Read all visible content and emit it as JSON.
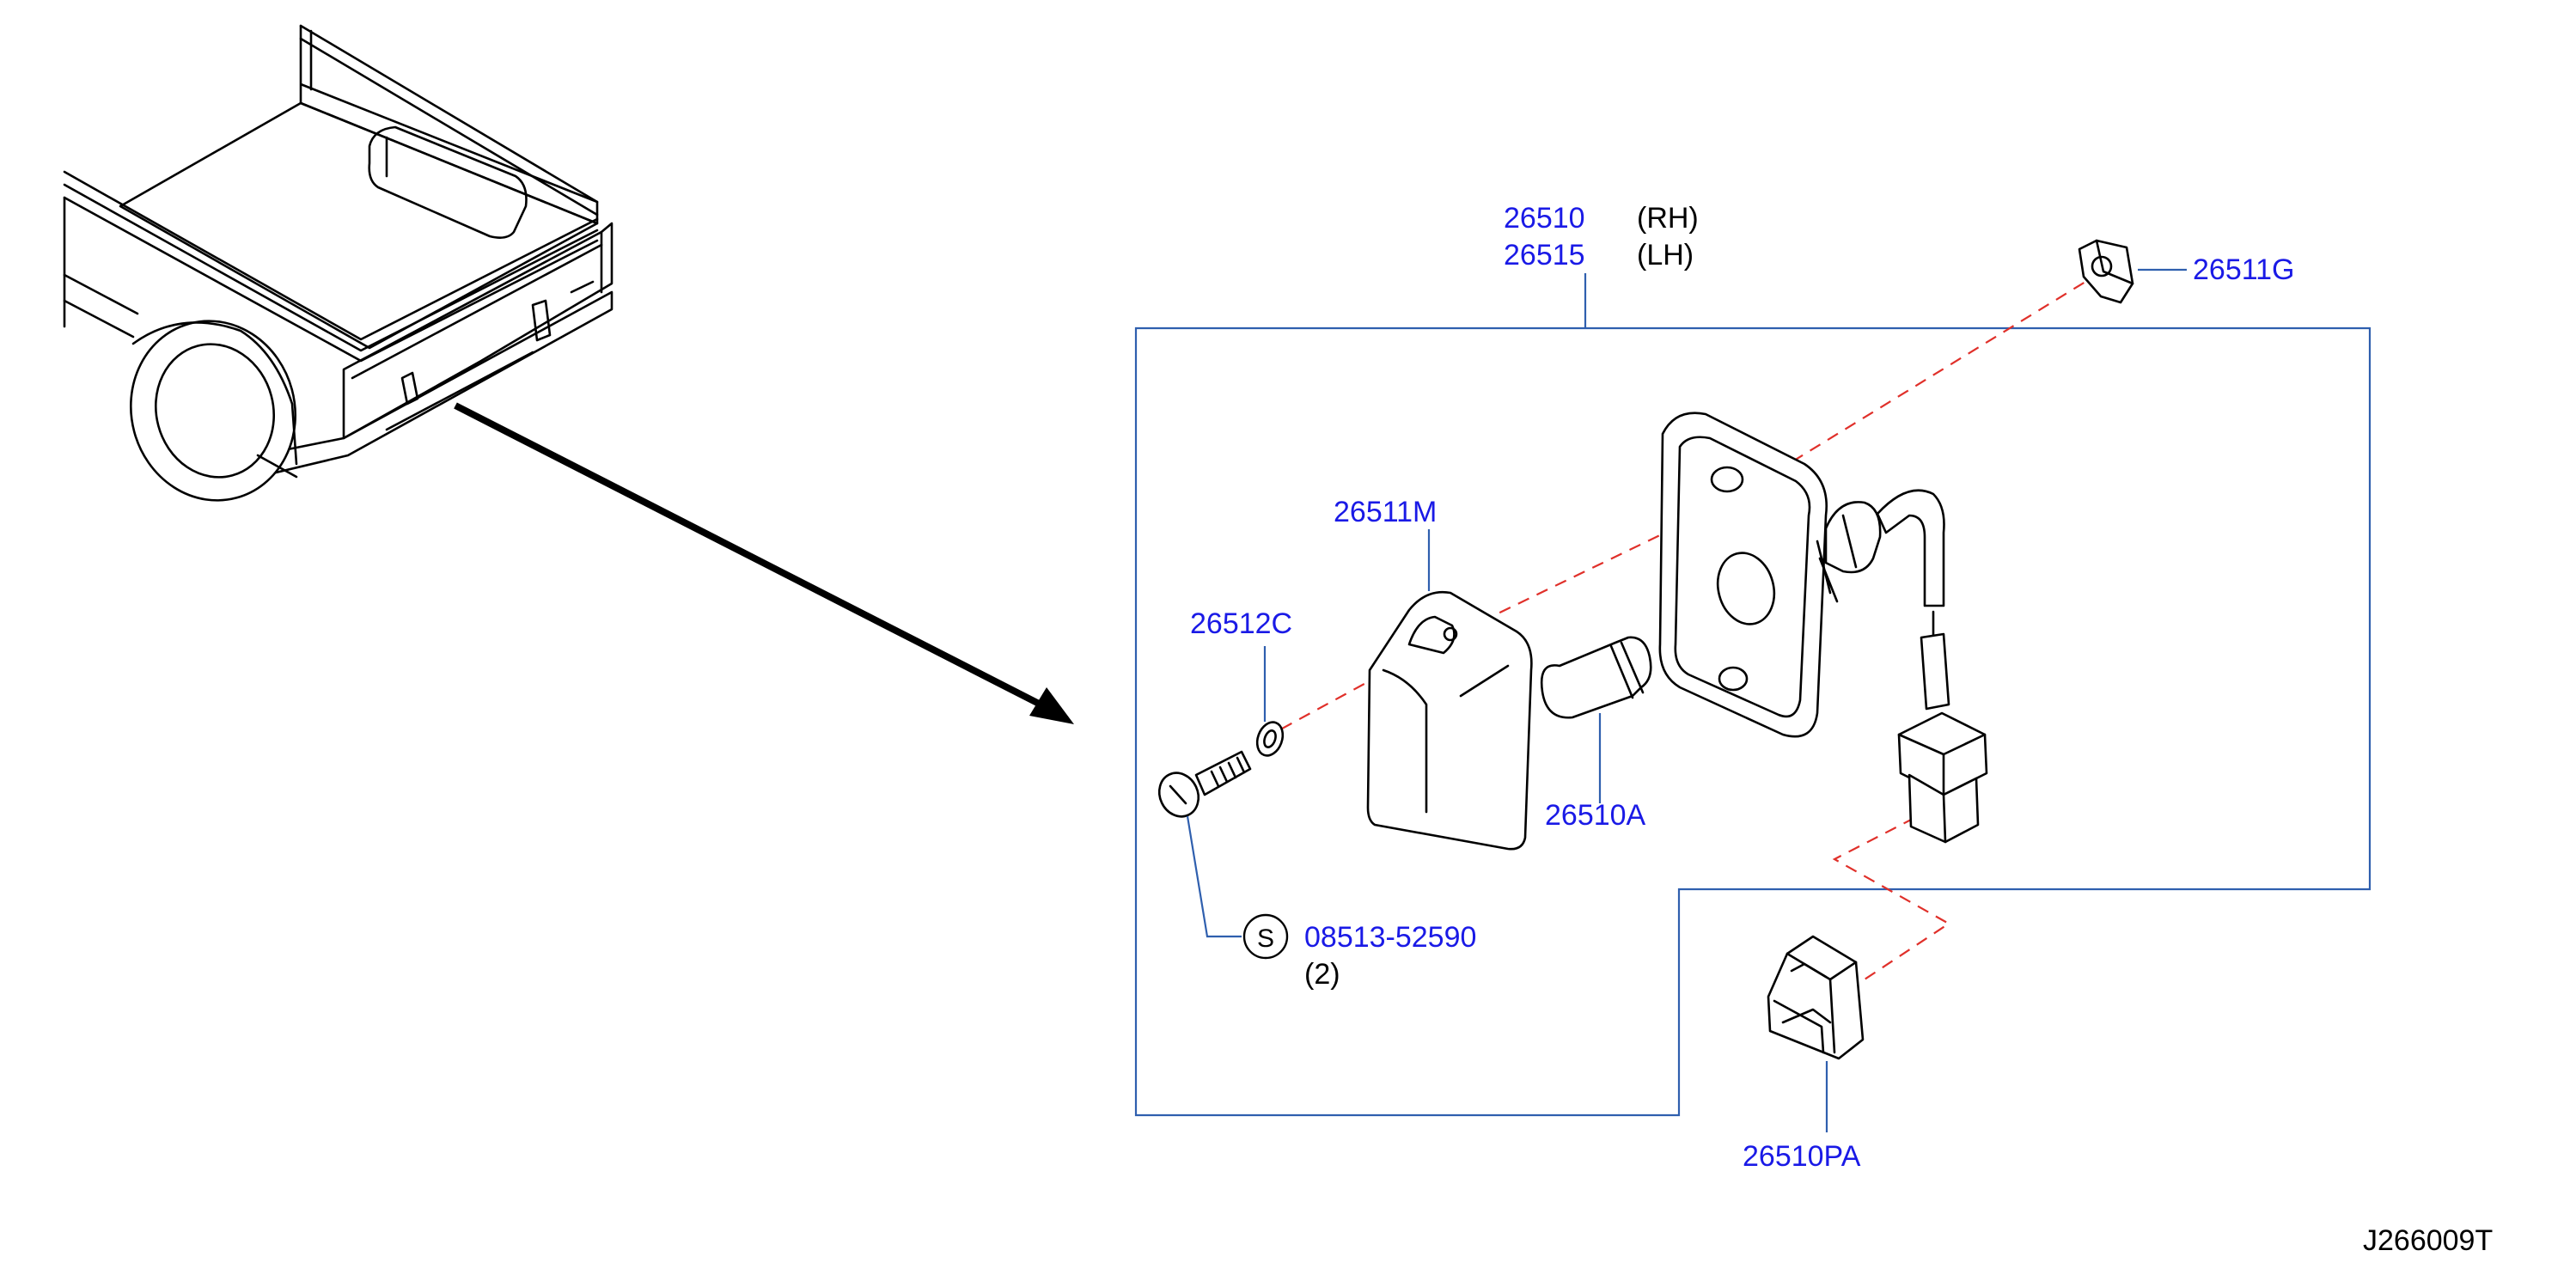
{
  "parts": {
    "lamp_rh": "26510",
    "lamp_rh_side": "(RH)",
    "lamp_lh": "26515",
    "lamp_lh_side": "(LH)",
    "grommet": "26511G",
    "lens": "26511M",
    "washer": "26512C",
    "bulb": "26510A",
    "screw_symbol": "S",
    "screw": "08513-52590",
    "screw_qty": "(2)",
    "clip": "26510PA"
  },
  "diagram_id": "J266009T",
  "colors": {
    "part_number": "#1a1ae6",
    "leader_line": "#2f5fae",
    "dashed_path": "#e0302a",
    "artwork": "#000000"
  }
}
